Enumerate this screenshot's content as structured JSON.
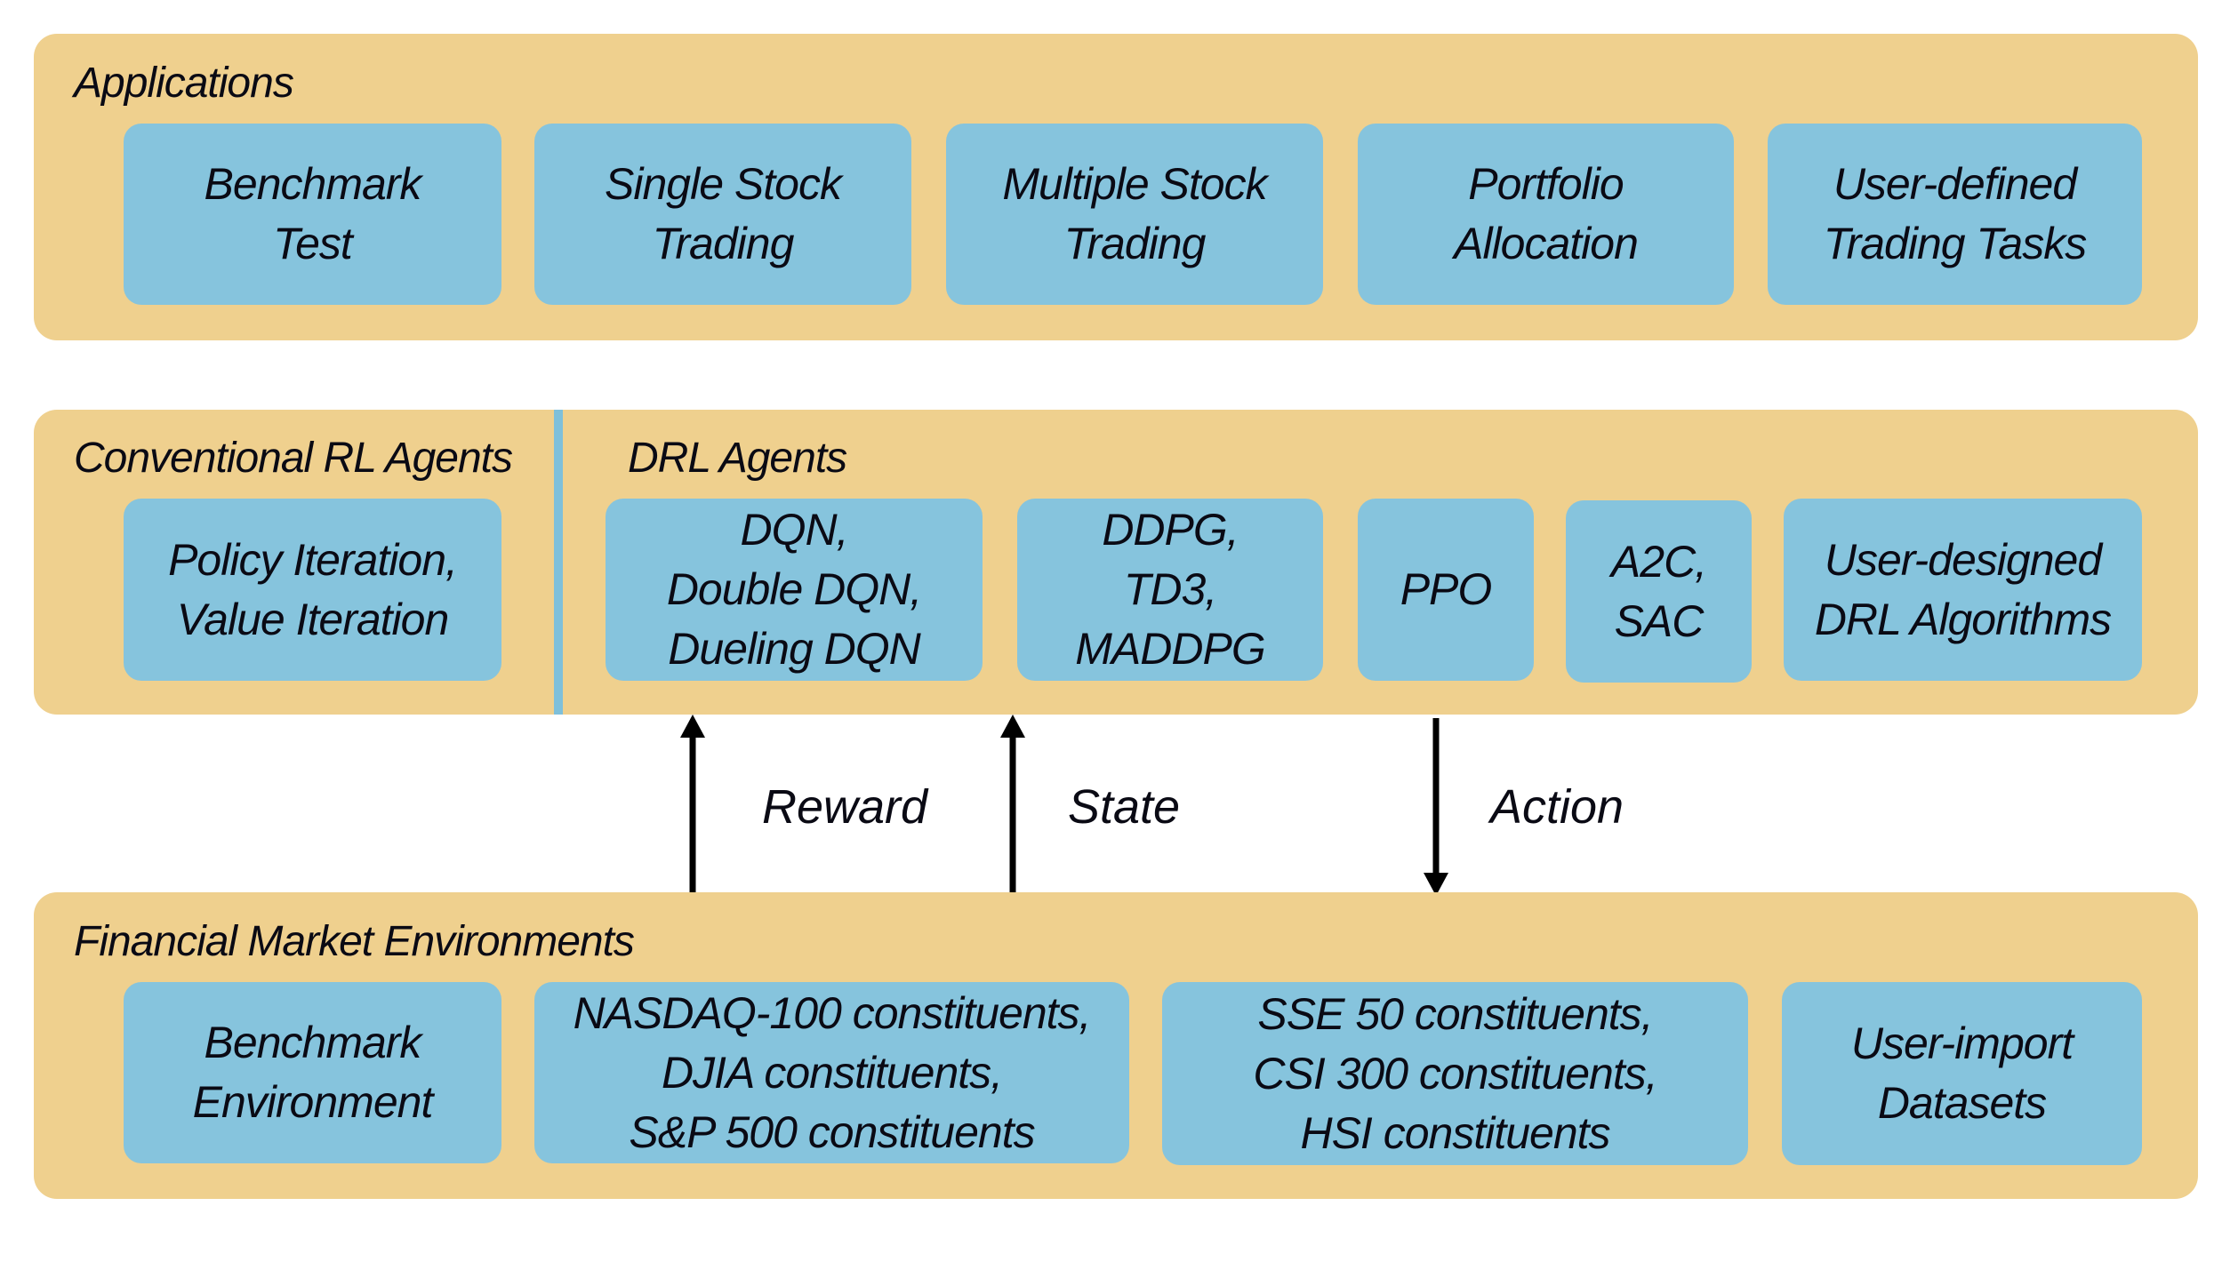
{
  "applications": {
    "title": "Applications",
    "items": [
      "Benchmark\nTest",
      "Single Stock\nTrading",
      "Multiple Stock\nTrading",
      "Portfolio\nAllocation",
      "User-defined\nTrading Tasks"
    ]
  },
  "agents": {
    "conventional_title": "Conventional RL Agents",
    "conventional_items": [
      "Policy Iteration,\nValue Iteration"
    ],
    "drl_title": "DRL Agents",
    "drl_items": [
      "DQN,\nDouble DQN,\nDueling DQN",
      "DDPG,\nTD3,\nMADDPG",
      "PPO",
      "A2C,\nSAC",
      "User-designed\nDRL Algorithms"
    ]
  },
  "signals": {
    "reward": "Reward",
    "state": "State",
    "action": "Action"
  },
  "environments": {
    "title": "Financial Market Environments",
    "items": [
      "Benchmark\nEnvironment",
      "NASDAQ-100 constituents,\nDJIA constituents,\nS&P 500 constituents",
      "SSE 50 constituents,\nCSI 300 constituents,\nHSI constituents",
      "User-import\nDatasets"
    ]
  },
  "colors": {
    "panel": "#efd08e",
    "box": "#86c4dd"
  }
}
